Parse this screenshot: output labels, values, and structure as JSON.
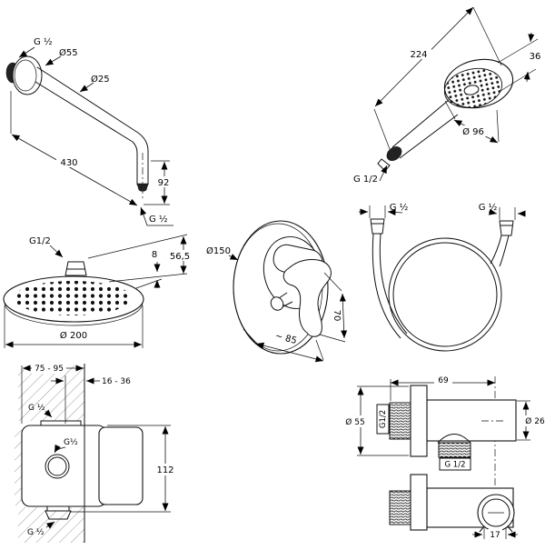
{
  "title": "Shower set technical dimension drawing",
  "colors": {
    "line": "#111111",
    "hatch": "#999999",
    "background": "#ffffff",
    "dark_fill": "#222222"
  },
  "shower_arm": {
    "thread_wall": "G ½",
    "flange_diameter": "Ø55",
    "pipe_diameter": "Ø25",
    "length": "430",
    "end_drop": "92",
    "thread_outlet": "G ½"
  },
  "hand_shower": {
    "length": "224",
    "head_depth": "36",
    "head_diameter": "Ø 96",
    "thread": "G 1/2"
  },
  "head_shower": {
    "thread": "G1/2",
    "head_thickness": "8",
    "total_height": "56,5",
    "diameter": "Ø 200"
  },
  "mixer": {
    "plate_diameter": "Ø150",
    "handle_length": "70",
    "depth": "~ 85"
  },
  "hose": {
    "thread_left": "G ½",
    "thread_right": "G ½"
  },
  "concealed_valve": {
    "install_depth": "75 - 95",
    "finish_depth": "16 - 36",
    "thread_top": "G ½",
    "thread_front": "G½",
    "height": "112",
    "thread_bottom": "G ½"
  },
  "wall_outlet": {
    "width": "69",
    "flange_diameter": "Ø 55",
    "thread_wall": "G1/2",
    "pipe_diameter": "Ø 26",
    "thread_hose": "G 1/2",
    "holder_width": "17"
  }
}
